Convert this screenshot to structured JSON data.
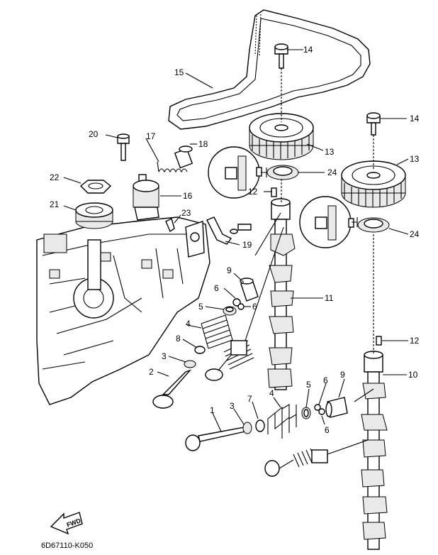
{
  "callouts": {
    "c1": "1",
    "c2": "2",
    "c3a": "3",
    "c3b": "3",
    "c4a": "4",
    "c4b": "4",
    "c5a": "5",
    "c5b": "5",
    "c6a": "6",
    "c6b": "6",
    "c6c": "6",
    "c6d": "6",
    "c7": "7",
    "c8": "8",
    "c9a": "9",
    "c9b": "9",
    "c10": "10",
    "c11": "11",
    "c12a": "12",
    "c12b": "12",
    "c13a": "13",
    "c13b": "13",
    "c14a": "14",
    "c14b": "14",
    "c15": "15",
    "c16": "16",
    "c17": "17",
    "c18": "18",
    "c19": "19",
    "c20": "20",
    "c21": "21",
    "c22": "22",
    "c23": "23",
    "c24a": "24",
    "c24b": "24"
  },
  "fwd_label": "FWD",
  "diagram_code": "6D67110-K050"
}
